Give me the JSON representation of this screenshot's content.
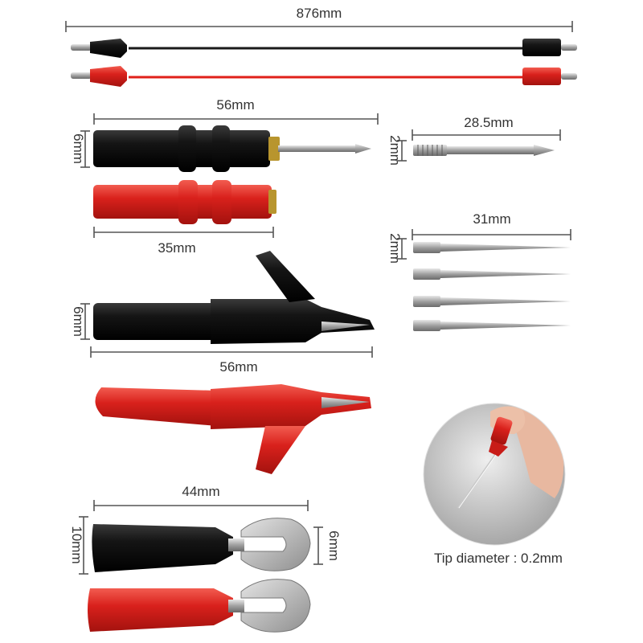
{
  "labels": {
    "lead_length": "876mm",
    "probe_length": "56mm",
    "probe_dia": "6mm",
    "socket_length": "35mm",
    "tip_length": "28.5mm",
    "tip_dia": "2mm",
    "needle_length": "31mm",
    "needle_dia": "2mm",
    "clip_dia": "6mm",
    "clip_length": "56mm",
    "spade_length": "44mm",
    "spade_dia": "10mm",
    "spade_gap": "6mm",
    "tip_caption": "Tip diameter : 0.2mm"
  },
  "colors": {
    "black_part": "#151515",
    "red_part": "#d9211c",
    "metal": "#a8a8a8",
    "lead_black": "#1a1a1a",
    "lead_red": "#e0201a"
  }
}
